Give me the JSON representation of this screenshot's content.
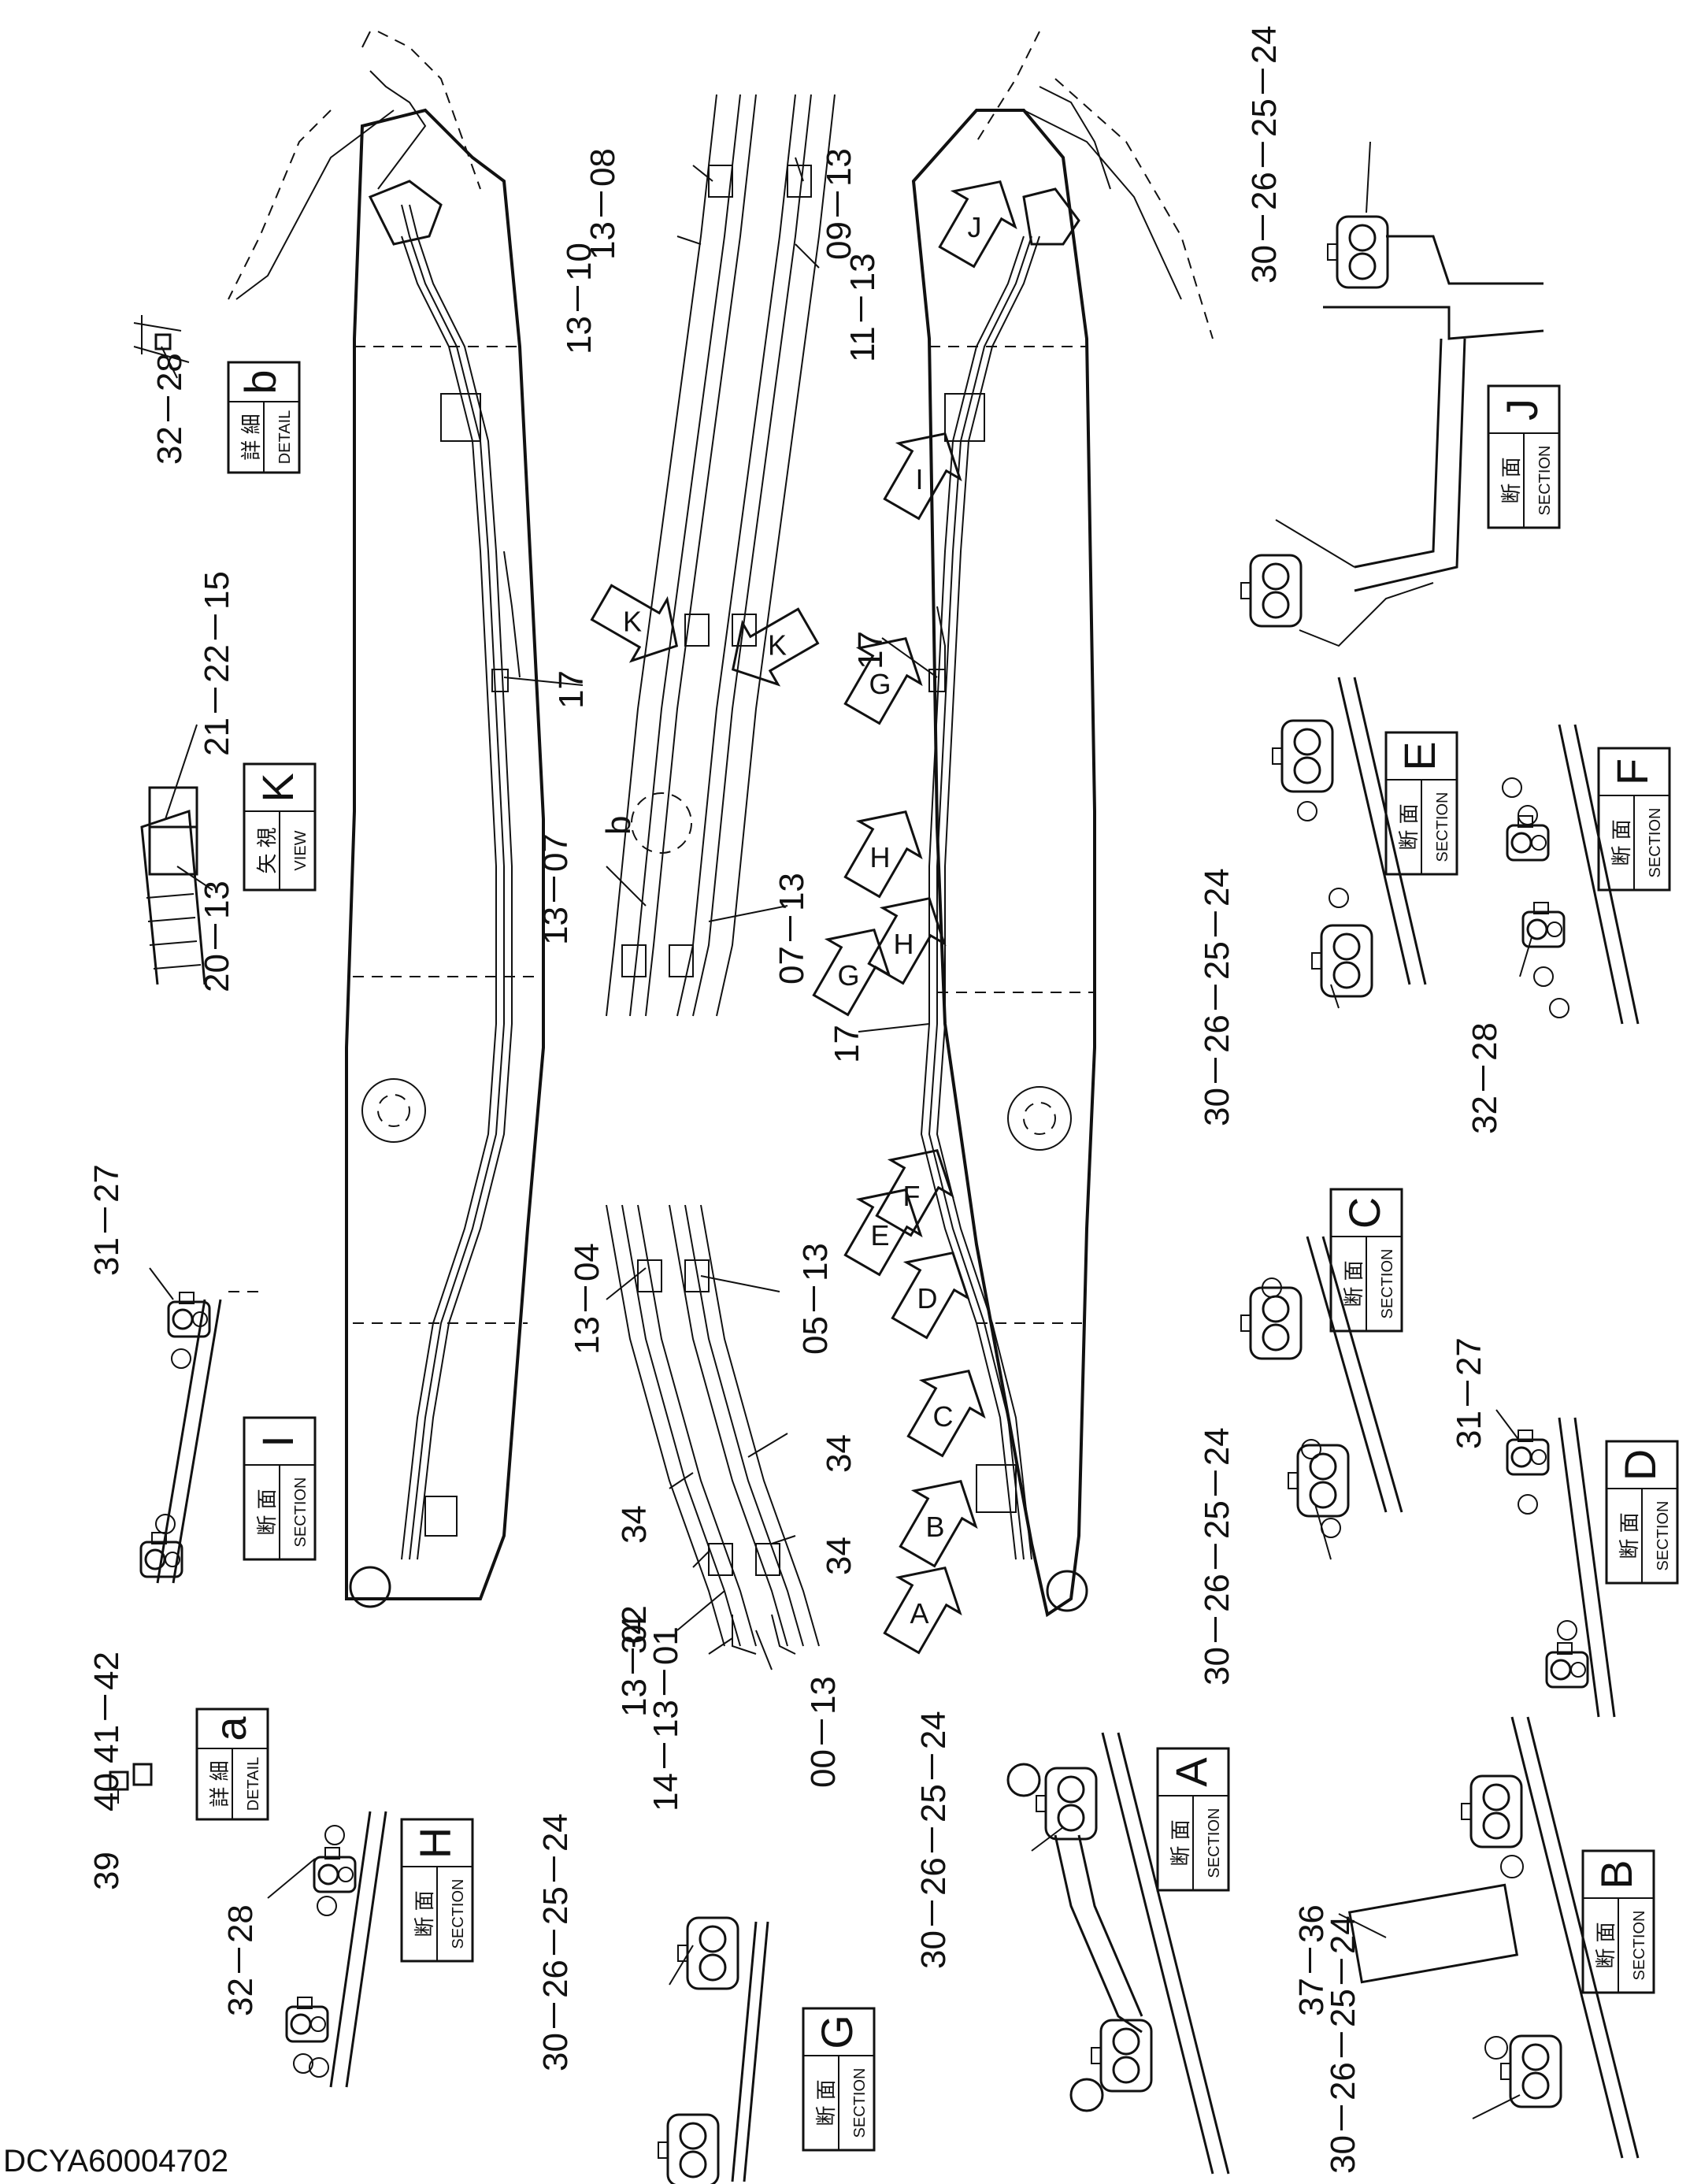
{
  "drawing_code": "DCYA60004702",
  "view_boxes": [
    {
      "id": "b-detail",
      "jp": "詳 細",
      "en": "DETAIL",
      "letter": "b"
    },
    {
      "id": "k-view",
      "jp": "矢 視",
      "en": "VIEW",
      "letter": "K"
    },
    {
      "id": "i-section",
      "jp": "断 面",
      "en": "SECTION",
      "letter": "I"
    },
    {
      "id": "a-detail",
      "jp": "詳 細",
      "en": "DETAIL",
      "letter": "a"
    },
    {
      "id": "h-section",
      "jp": "断 面",
      "en": "SECTION",
      "letter": "H"
    },
    {
      "id": "g-section",
      "jp": "断 面",
      "en": "SECTION",
      "letter": "G"
    },
    {
      "id": "a-section",
      "jp": "断 面",
      "en": "SECTION",
      "letter": "A"
    },
    {
      "id": "b-section",
      "jp": "断 面",
      "en": "SECTION",
      "letter": "B"
    },
    {
      "id": "c-section",
      "jp": "断 面",
      "en": "SECTION",
      "letter": "C"
    },
    {
      "id": "d-section",
      "jp": "断 面",
      "en": "SECTION",
      "letter": "D"
    },
    {
      "id": "e-section",
      "jp": "断 面",
      "en": "SECTION",
      "letter": "E"
    },
    {
      "id": "f-section",
      "jp": "断 面",
      "en": "SECTION",
      "letter": "F"
    },
    {
      "id": "j-section",
      "jp": "断 面",
      "en": "SECTION",
      "letter": "J"
    }
  ],
  "callouts": [
    {
      "id": "c-b-detail",
      "text": "32－28"
    },
    {
      "id": "c-k-view-top",
      "text": "21－22－15"
    },
    {
      "id": "c-k-view-bottom",
      "text": "20－13"
    },
    {
      "id": "c-i-section",
      "text": "31－27"
    },
    {
      "id": "c-a-detail-top",
      "text": "40 41－42"
    },
    {
      "id": "c-a-detail-39",
      "text": "39"
    },
    {
      "id": "c-h-section",
      "text": "32－28"
    },
    {
      "id": "c-g-section",
      "text": "30－26－25－24"
    },
    {
      "id": "c-a-section",
      "text": "30－26－25－24"
    },
    {
      "id": "c-b-section-top",
      "text": "37－36"
    },
    {
      "id": "c-b-section-bottom",
      "text": "30－26－25－24"
    },
    {
      "id": "c-c-section",
      "text": "30－26－25－24"
    },
    {
      "id": "c-d-section",
      "text": "31－27"
    },
    {
      "id": "c-e-section",
      "text": "30－26－25－24"
    },
    {
      "id": "c-f-section",
      "text": "32－28"
    },
    {
      "id": "c-j-section",
      "text": "30－26－25－24"
    },
    {
      "id": "c-13-08",
      "text": "13－08"
    },
    {
      "id": "c-09-13",
      "text": "09－13"
    },
    {
      "id": "c-13-10",
      "text": "13－10"
    },
    {
      "id": "c-11-13",
      "text": "11－13"
    },
    {
      "id": "c-13-07",
      "text": "13－07"
    },
    {
      "id": "c-07-13",
      "text": "07－13"
    },
    {
      "id": "c-13-04",
      "text": "13－04"
    },
    {
      "id": "c-05-13",
      "text": "05－13"
    },
    {
      "id": "c-34-a",
      "text": "34"
    },
    {
      "id": "c-34-b",
      "text": "34"
    },
    {
      "id": "c-34-c",
      "text": "34"
    },
    {
      "id": "c-34-d",
      "text": "34"
    },
    {
      "id": "c-13-02",
      "text": "13－02"
    },
    {
      "id": "c-14-13-01",
      "text": "14－13－01"
    },
    {
      "id": "c-00-13",
      "text": "00－13"
    },
    {
      "id": "c-17-left",
      "text": "17"
    },
    {
      "id": "c-17-right-top",
      "text": "17"
    },
    {
      "id": "c-17-right-bottom",
      "text": "17"
    },
    {
      "id": "c-b-circle",
      "text": "b"
    }
  ],
  "arrow_markers": [
    "A",
    "B",
    "C",
    "D",
    "E",
    "F",
    "G",
    "H",
    "G",
    "H",
    "I",
    "J",
    "K",
    "K"
  ]
}
